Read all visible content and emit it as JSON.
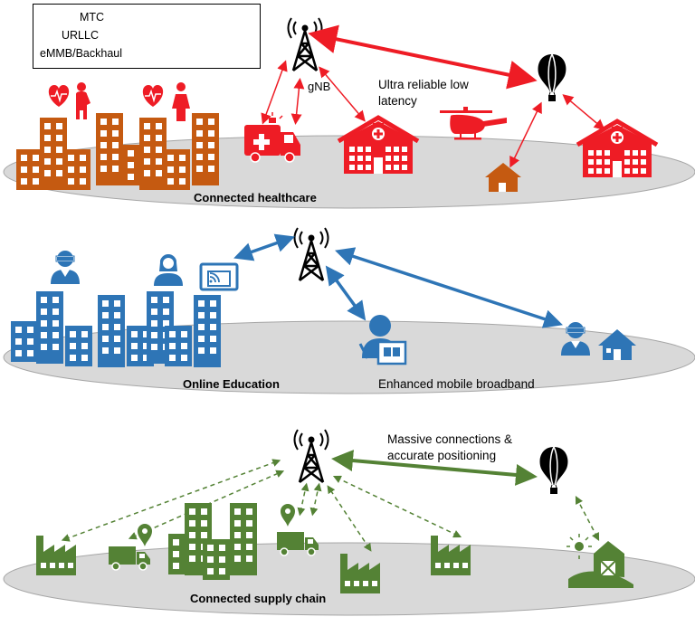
{
  "legend": {
    "items": [
      {
        "label": "MTC",
        "style": "dashed"
      },
      {
        "label": "URLLC",
        "style": "solid"
      },
      {
        "label": "eMMB/Backhaul",
        "style": "thick"
      }
    ]
  },
  "colors": {
    "healthcare": "#ee1c25",
    "building_orange": "#c55a11",
    "education": "#2e75b6",
    "supply": "#548235",
    "ground": "#d9d9d9",
    "black": "#000000"
  },
  "healthcare": {
    "gnb_label": "gNB",
    "urllc_label_line1": "Ultra reliable low",
    "urllc_label_line2": "latency",
    "section_label": "Connected healthcare"
  },
  "education": {
    "section_label": "Online Education",
    "embb_label": "Enhanced mobile broadband"
  },
  "supply": {
    "mtc_label_line1": "Massive connections  &",
    "mtc_label_line2": "accurate positioning",
    "section_label": "Connected supply chain"
  }
}
